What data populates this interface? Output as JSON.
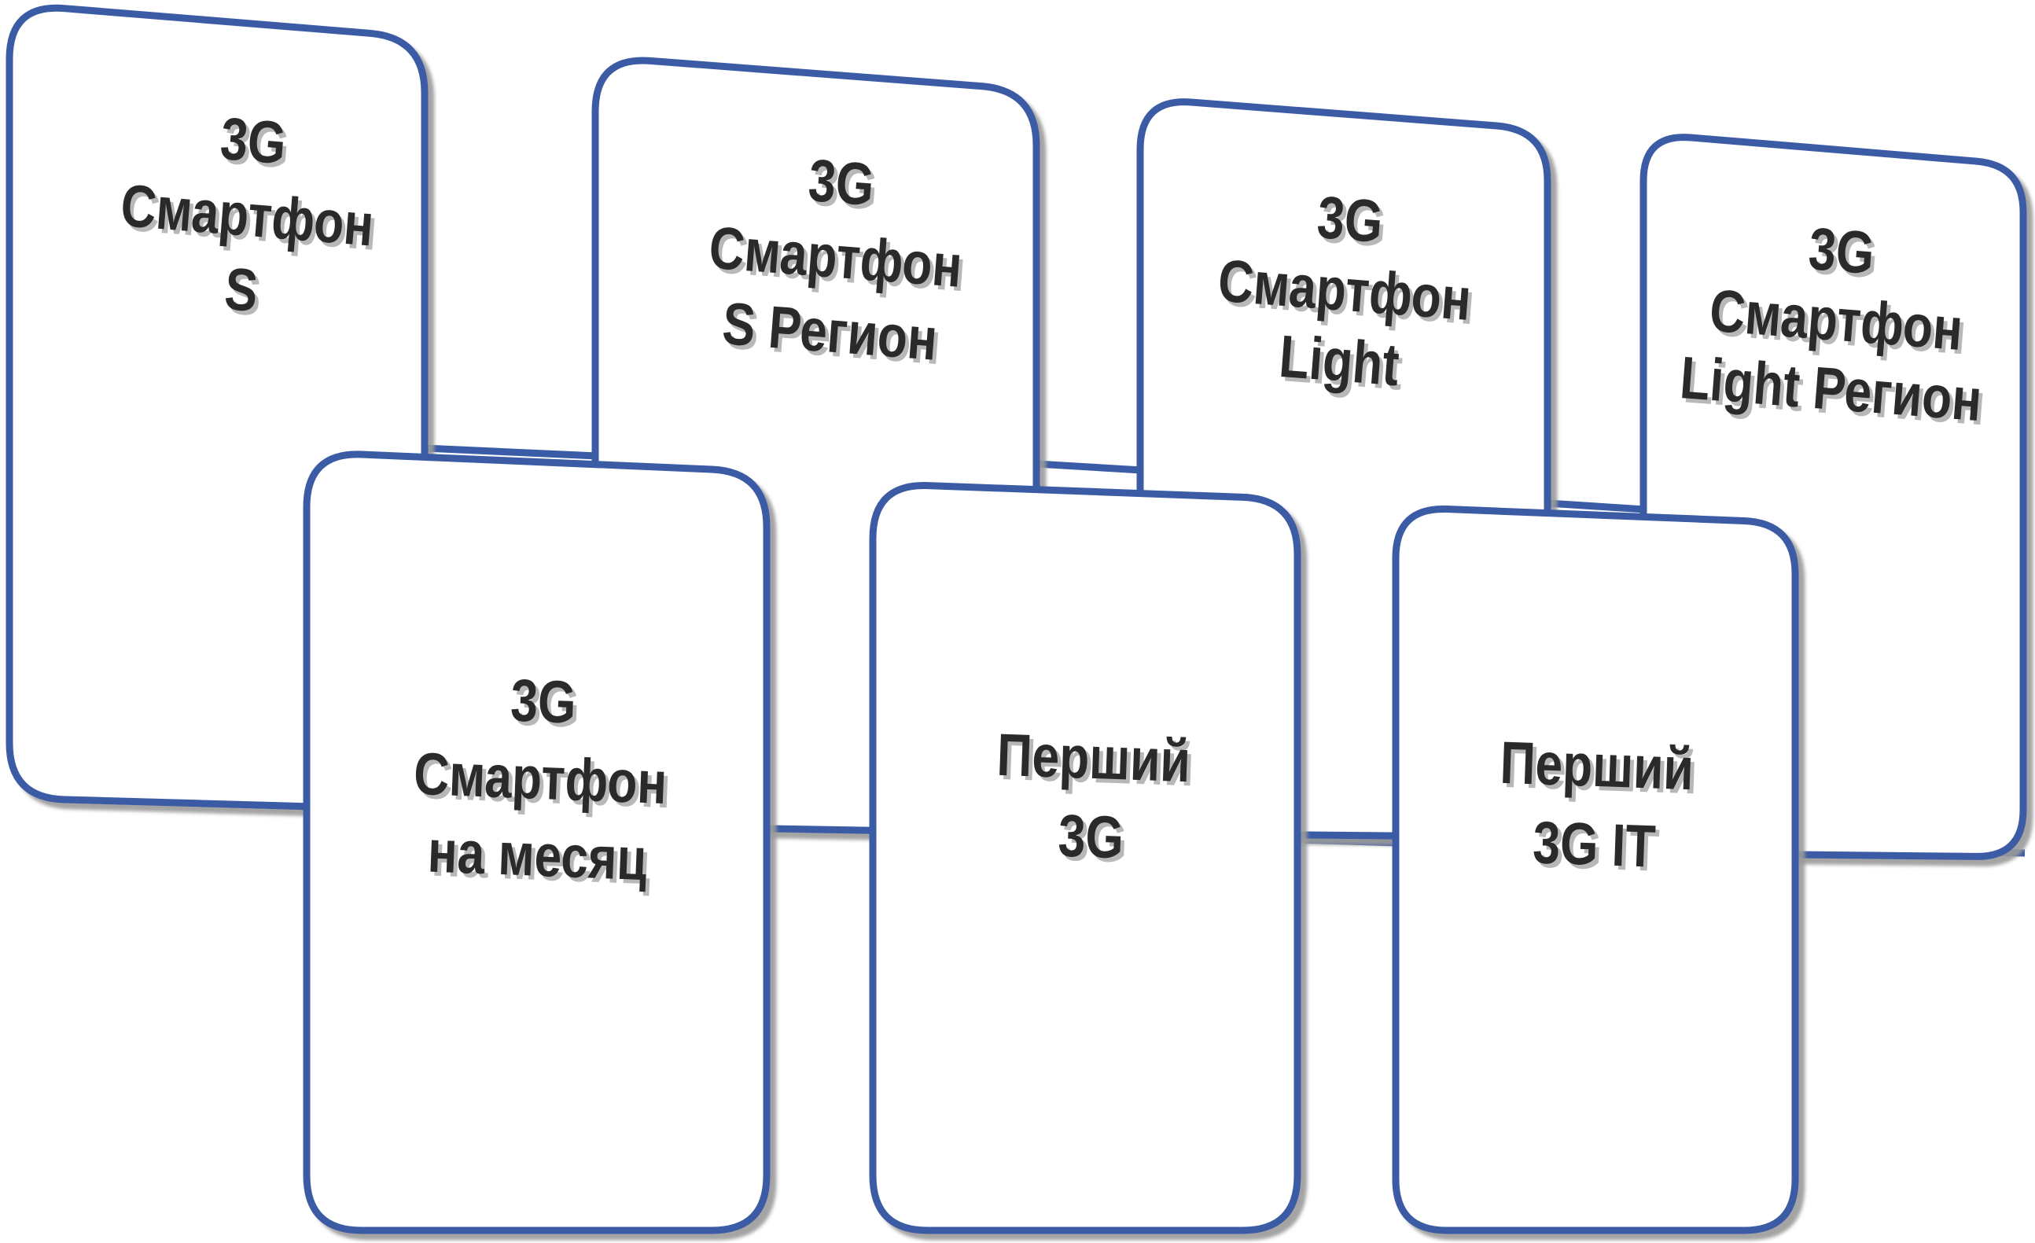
{
  "colors": {
    "card_border": "#3a5ba5",
    "card_fill": "#ffffff",
    "card_shadow": "#9a9a9a",
    "text": "#2a2a2a",
    "text_shadow": "#b8b8b8"
  },
  "cards": [
    {
      "id": "3g-smartphone-s",
      "lines": [
        "3G",
        "Смартфон",
        "S"
      ]
    },
    {
      "id": "3g-smartphone-s-region",
      "lines": [
        "3G",
        "Смартфон",
        "S Регион"
      ]
    },
    {
      "id": "3g-smartphone-light",
      "lines": [
        "3G",
        "Смартфон",
        "Light"
      ]
    },
    {
      "id": "3g-smartphone-light-region",
      "lines": [
        "3G",
        "Смартфон",
        "Light Регион"
      ]
    },
    {
      "id": "3g-smartphone-month",
      "lines": [
        "3G",
        "Смартфон",
        "на месяц"
      ]
    },
    {
      "id": "pershyi-3g",
      "lines": [
        "Перший",
        "3G"
      ]
    },
    {
      "id": "pershyi-3g-it",
      "lines": [
        "Перший",
        "3G IT"
      ]
    }
  ]
}
